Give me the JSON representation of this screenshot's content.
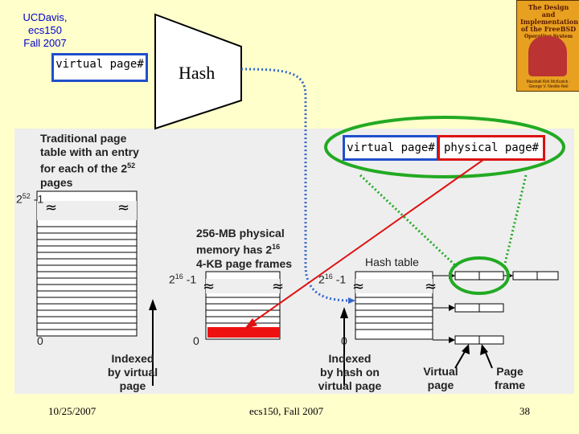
{
  "header": {
    "line1": "UCDavis, ecs150",
    "line2": "Fall 2007"
  },
  "top": {
    "vpn_box_label": "virtual page#",
    "hash_label": "Hash",
    "vpn_label": "virtual page#",
    "ppn_label": "physical page#"
  },
  "book": {
    "title_line1": "The Design",
    "title_line2": "and Implementation",
    "title_line3": "of the FreeBSD",
    "title_line4": "Operating System",
    "authors": "Marshall Kirk McKusick · George V. Neville-Neil"
  },
  "diagram": {
    "trad_text": [
      "Traditional page",
      "table with an entry",
      "for each of the 2",
      "pages"
    ],
    "trad_text_sup": "52",
    "trad_top_label": "2",
    "trad_top_sup": "52",
    "trad_top_suffix": " -1",
    "trad_zero": "0",
    "trad_index": [
      "Indexed",
      "by virtual",
      "page"
    ],
    "phys_text": [
      "256-MB physical",
      "memory has 2",
      "4-KB page frames"
    ],
    "phys_text_sup": "16",
    "phys_top_label": "2",
    "phys_top_sup": "16",
    "phys_top_suffix": " -1",
    "phys_zero": "0",
    "hash_top_label": "2",
    "hash_top_sup": "16",
    "hash_top_suffix": " -1",
    "hash_table_label": "Hash table",
    "hash_zero": "0",
    "hash_index": [
      "Indexed",
      "by hash on",
      "virtual page"
    ],
    "vp_label": [
      "Virtual",
      "page"
    ],
    "pf_label": [
      "Page",
      "frame"
    ]
  },
  "footer": {
    "date": "10/25/2007",
    "course": "ecs150, Fall 2007",
    "page": "38"
  },
  "colors": {
    "background": "#ffffcc",
    "blue_box": "#1f4fcc",
    "red_box": "#dd1111",
    "green_oval": "#22aa22",
    "blue_dotted": "#3366cc",
    "red_fill": "#ee1111"
  }
}
